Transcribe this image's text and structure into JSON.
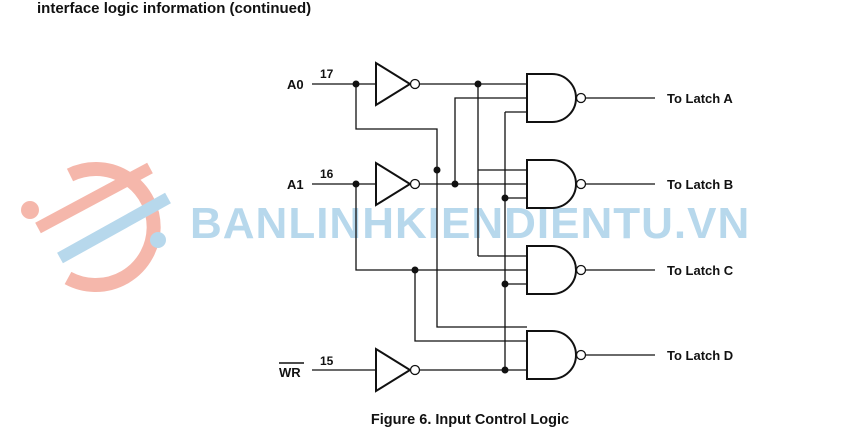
{
  "heading": "interface logic information (continued)",
  "caption": "Figure 6. Input Control Logic",
  "watermark": "BANLINHKIENDIENTU.VN",
  "inputs": [
    {
      "name": "A0",
      "pin": "17"
    },
    {
      "name": "A1",
      "pin": "16"
    },
    {
      "name": "WR",
      "pin": "15",
      "overbar": true
    }
  ],
  "outputs": [
    "To Latch A",
    "To Latch B",
    "To Latch C",
    "To Latch D"
  ],
  "colors": {
    "ink": "#111111",
    "watermark_text": "#9fcbe6",
    "watermark_logo": "#f2a090"
  }
}
